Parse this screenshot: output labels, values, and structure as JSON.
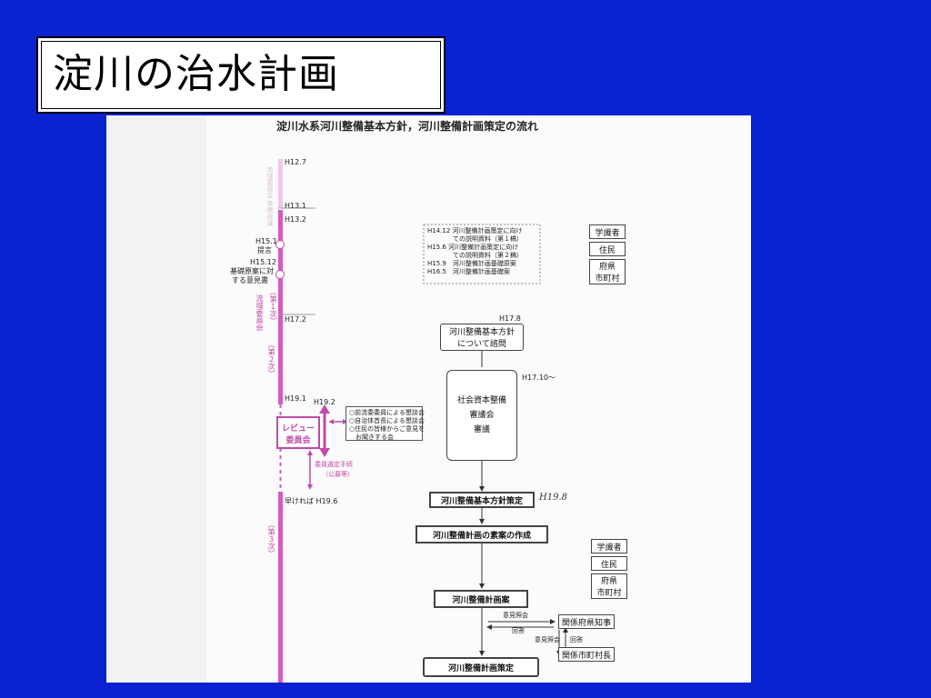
{
  "slide_title": "淀川の治水計画",
  "diagram": {
    "heading": "淀川水系河川整備基本方針，河川整備計画策定の流れ",
    "timeline": {
      "faded_label": "流域委員会 準備会議",
      "h12_7": "H12.7",
      "h13_1": "H13.1",
      "h13_2": "H13.2",
      "h15_1": "H15.1",
      "teigen": "提言",
      "h15_12": "H15.12",
      "kiso_iken_1": "基礎原案に対",
      "kiso_iken_2": "する意見書",
      "dai1ji": "（第１次）",
      "ryuiki_iinkai": "流域委員会",
      "h17_2": "H17.2",
      "dai2ji": "（第２次）",
      "h19_1": "H19.1",
      "h19_2": "H19.2",
      "review_1": "レビュー",
      "review_2": "委員会",
      "sentei_1": "委員選定手続",
      "sentei_2": "（公募等）",
      "hayakereba": "早ければ H19.6",
      "dai3ji": "（第３次）"
    },
    "review_notes": [
      "○前流委委員による懇談会",
      "○自治体首長による懇談会",
      "○住民の皆様からご意見を",
      "　お聞きする会"
    ],
    "explanation_notes": [
      "H14.12 河川整備計画策定に向け",
      "　　　　ての説明資料（第１稿）",
      "H15.6 河川整備計画策定に向け",
      "　　　　ての説明資料（第２稿）",
      "H15.9　河川整備計画基礎原案",
      "H16.5　河川整備計画基礎案"
    ],
    "side_boxes_top": [
      "学識者",
      "住民",
      "府県",
      "市町村"
    ],
    "side_boxes_mid": [
      "学識者",
      "住民",
      "府県",
      "市町村"
    ],
    "flow": {
      "h17_8": "H17.8",
      "shimon_1": "河川整備基本方針",
      "shimon_2": "について諮問",
      "h17_10": "H17.10〜",
      "council_1": "社会資本整備",
      "council_2": "審議会",
      "council_3": "審議",
      "houshin_sakutei": "河川整備基本方針策定",
      "handwritten": "H19.8",
      "soan_sakusei": "河川整備計画の素案の作成",
      "keikaku_an": "河川整備計画案",
      "iken_shokai_1": "意見照会",
      "kaitou_1": "回答",
      "chiji": "関係府県知事",
      "iken_shokai_2": "意見照会",
      "kaitou_2": "回答",
      "chouson": "関係市町村長",
      "keikaku_sakutei": "河川整備計画策定"
    }
  }
}
